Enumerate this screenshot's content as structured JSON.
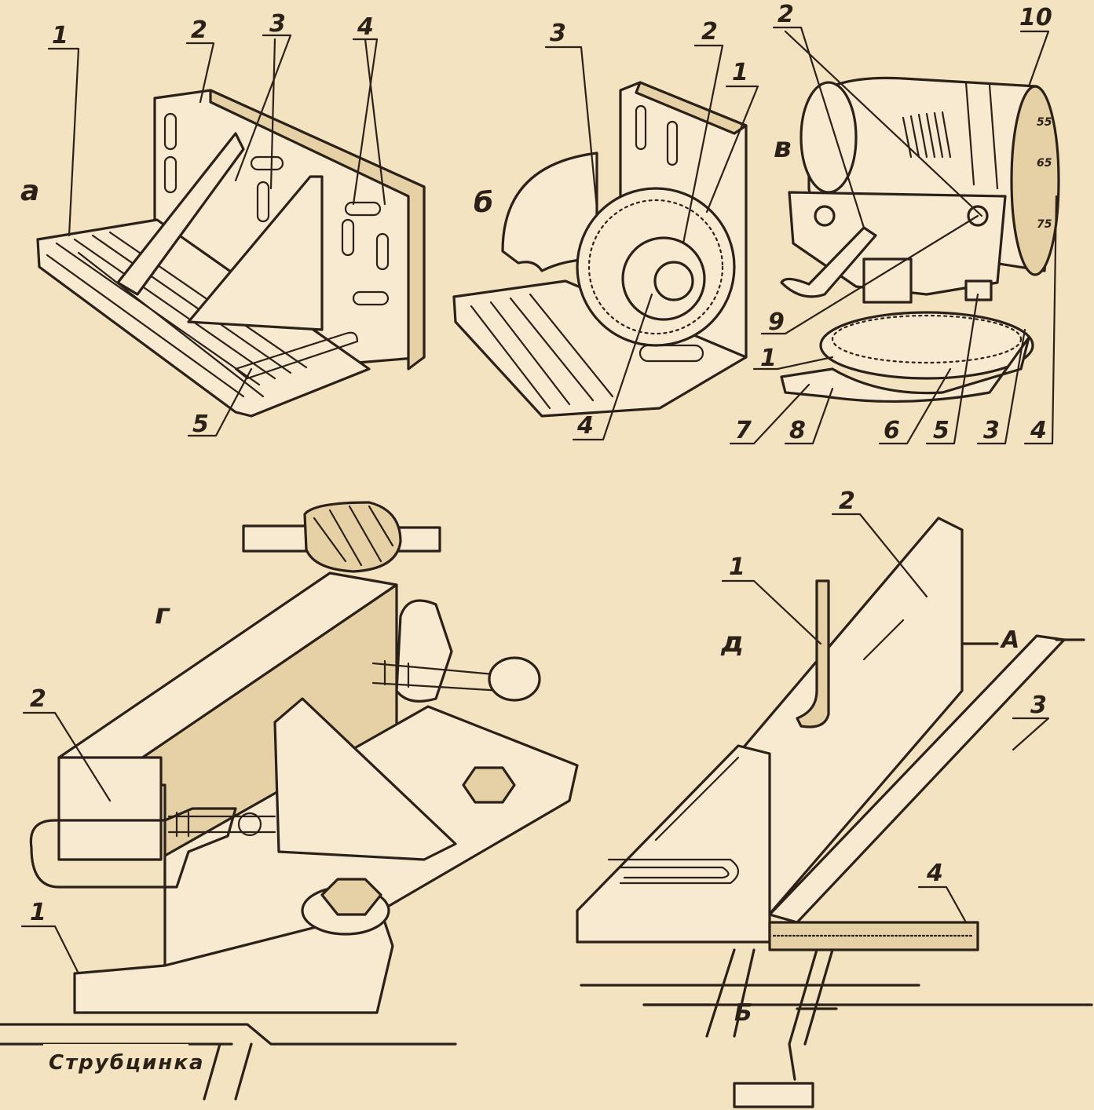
{
  "panels": {
    "a": {
      "letter": "а",
      "callouts": [
        "1",
        "2",
        "3",
        "4",
        "5"
      ]
    },
    "b": {
      "letter": "б",
      "callouts": [
        "3",
        "2",
        "1",
        "4"
      ]
    },
    "v": {
      "letter": "в",
      "callouts": [
        "2",
        "10",
        "9",
        "1",
        "7",
        "8",
        "6",
        "5",
        "3",
        "4"
      ],
      "dial_marks": [
        "55",
        "65",
        "75"
      ]
    },
    "g": {
      "letter": "г",
      "callouts": [
        "2",
        "1"
      ],
      "caption": "Струбцинка"
    },
    "d": {
      "letter": "д",
      "callouts": [
        "2",
        "1",
        "3",
        "4"
      ],
      "section_marks": [
        "А",
        "Б"
      ]
    }
  },
  "colors": {
    "paper": "#f3e3c0",
    "ink": "#2b2118"
  }
}
